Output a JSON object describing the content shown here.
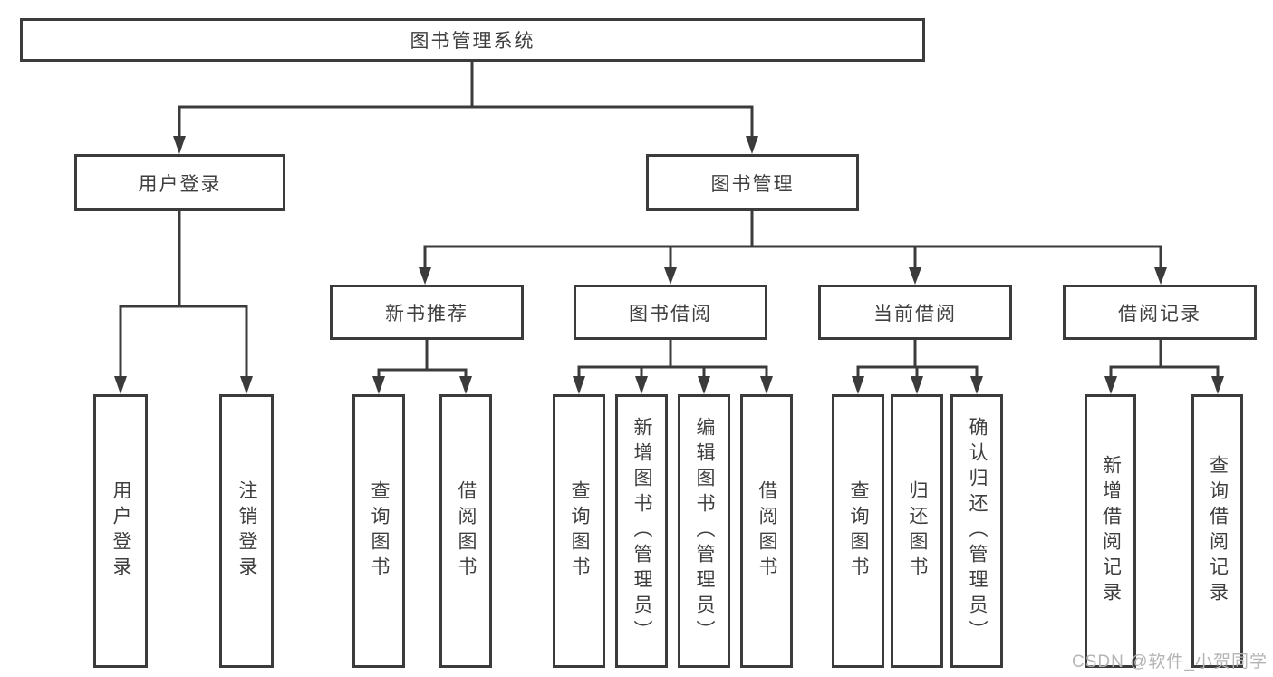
{
  "diagram_type": "hierarchy",
  "nodes": {
    "root": "图书管理系统",
    "user_login_group": "用户登录",
    "book_management": "图书管理",
    "user_login": "用户登录",
    "logout": "注销登录",
    "new_book_rec": "新书推荐",
    "book_borrowing": "图书借阅",
    "current_borrowing": "当前借阅",
    "borrowing_records": "借阅记录",
    "rec_query_books": "查询图书",
    "rec_borrow_books": "借阅图书",
    "borrow_query_books": "查询图书",
    "borrow_add_books": "新增图书（管理员）",
    "borrow_edit_books": "编辑图书（管理员）",
    "borrow_borrow_books": "借阅图书",
    "current_query_books": "查询图书",
    "current_return_books": "归还图书",
    "current_confirm_return": "确认归还（管理员）",
    "records_add": "新增借阅记录",
    "records_query": "查询借阅记录"
  },
  "watermark": "CSDN @软件_小贺同学",
  "colors": {
    "line": "#3b3b3b",
    "text": "#3f3f3f",
    "watermark": "#b5b5b5",
    "background": "#ffffff"
  }
}
